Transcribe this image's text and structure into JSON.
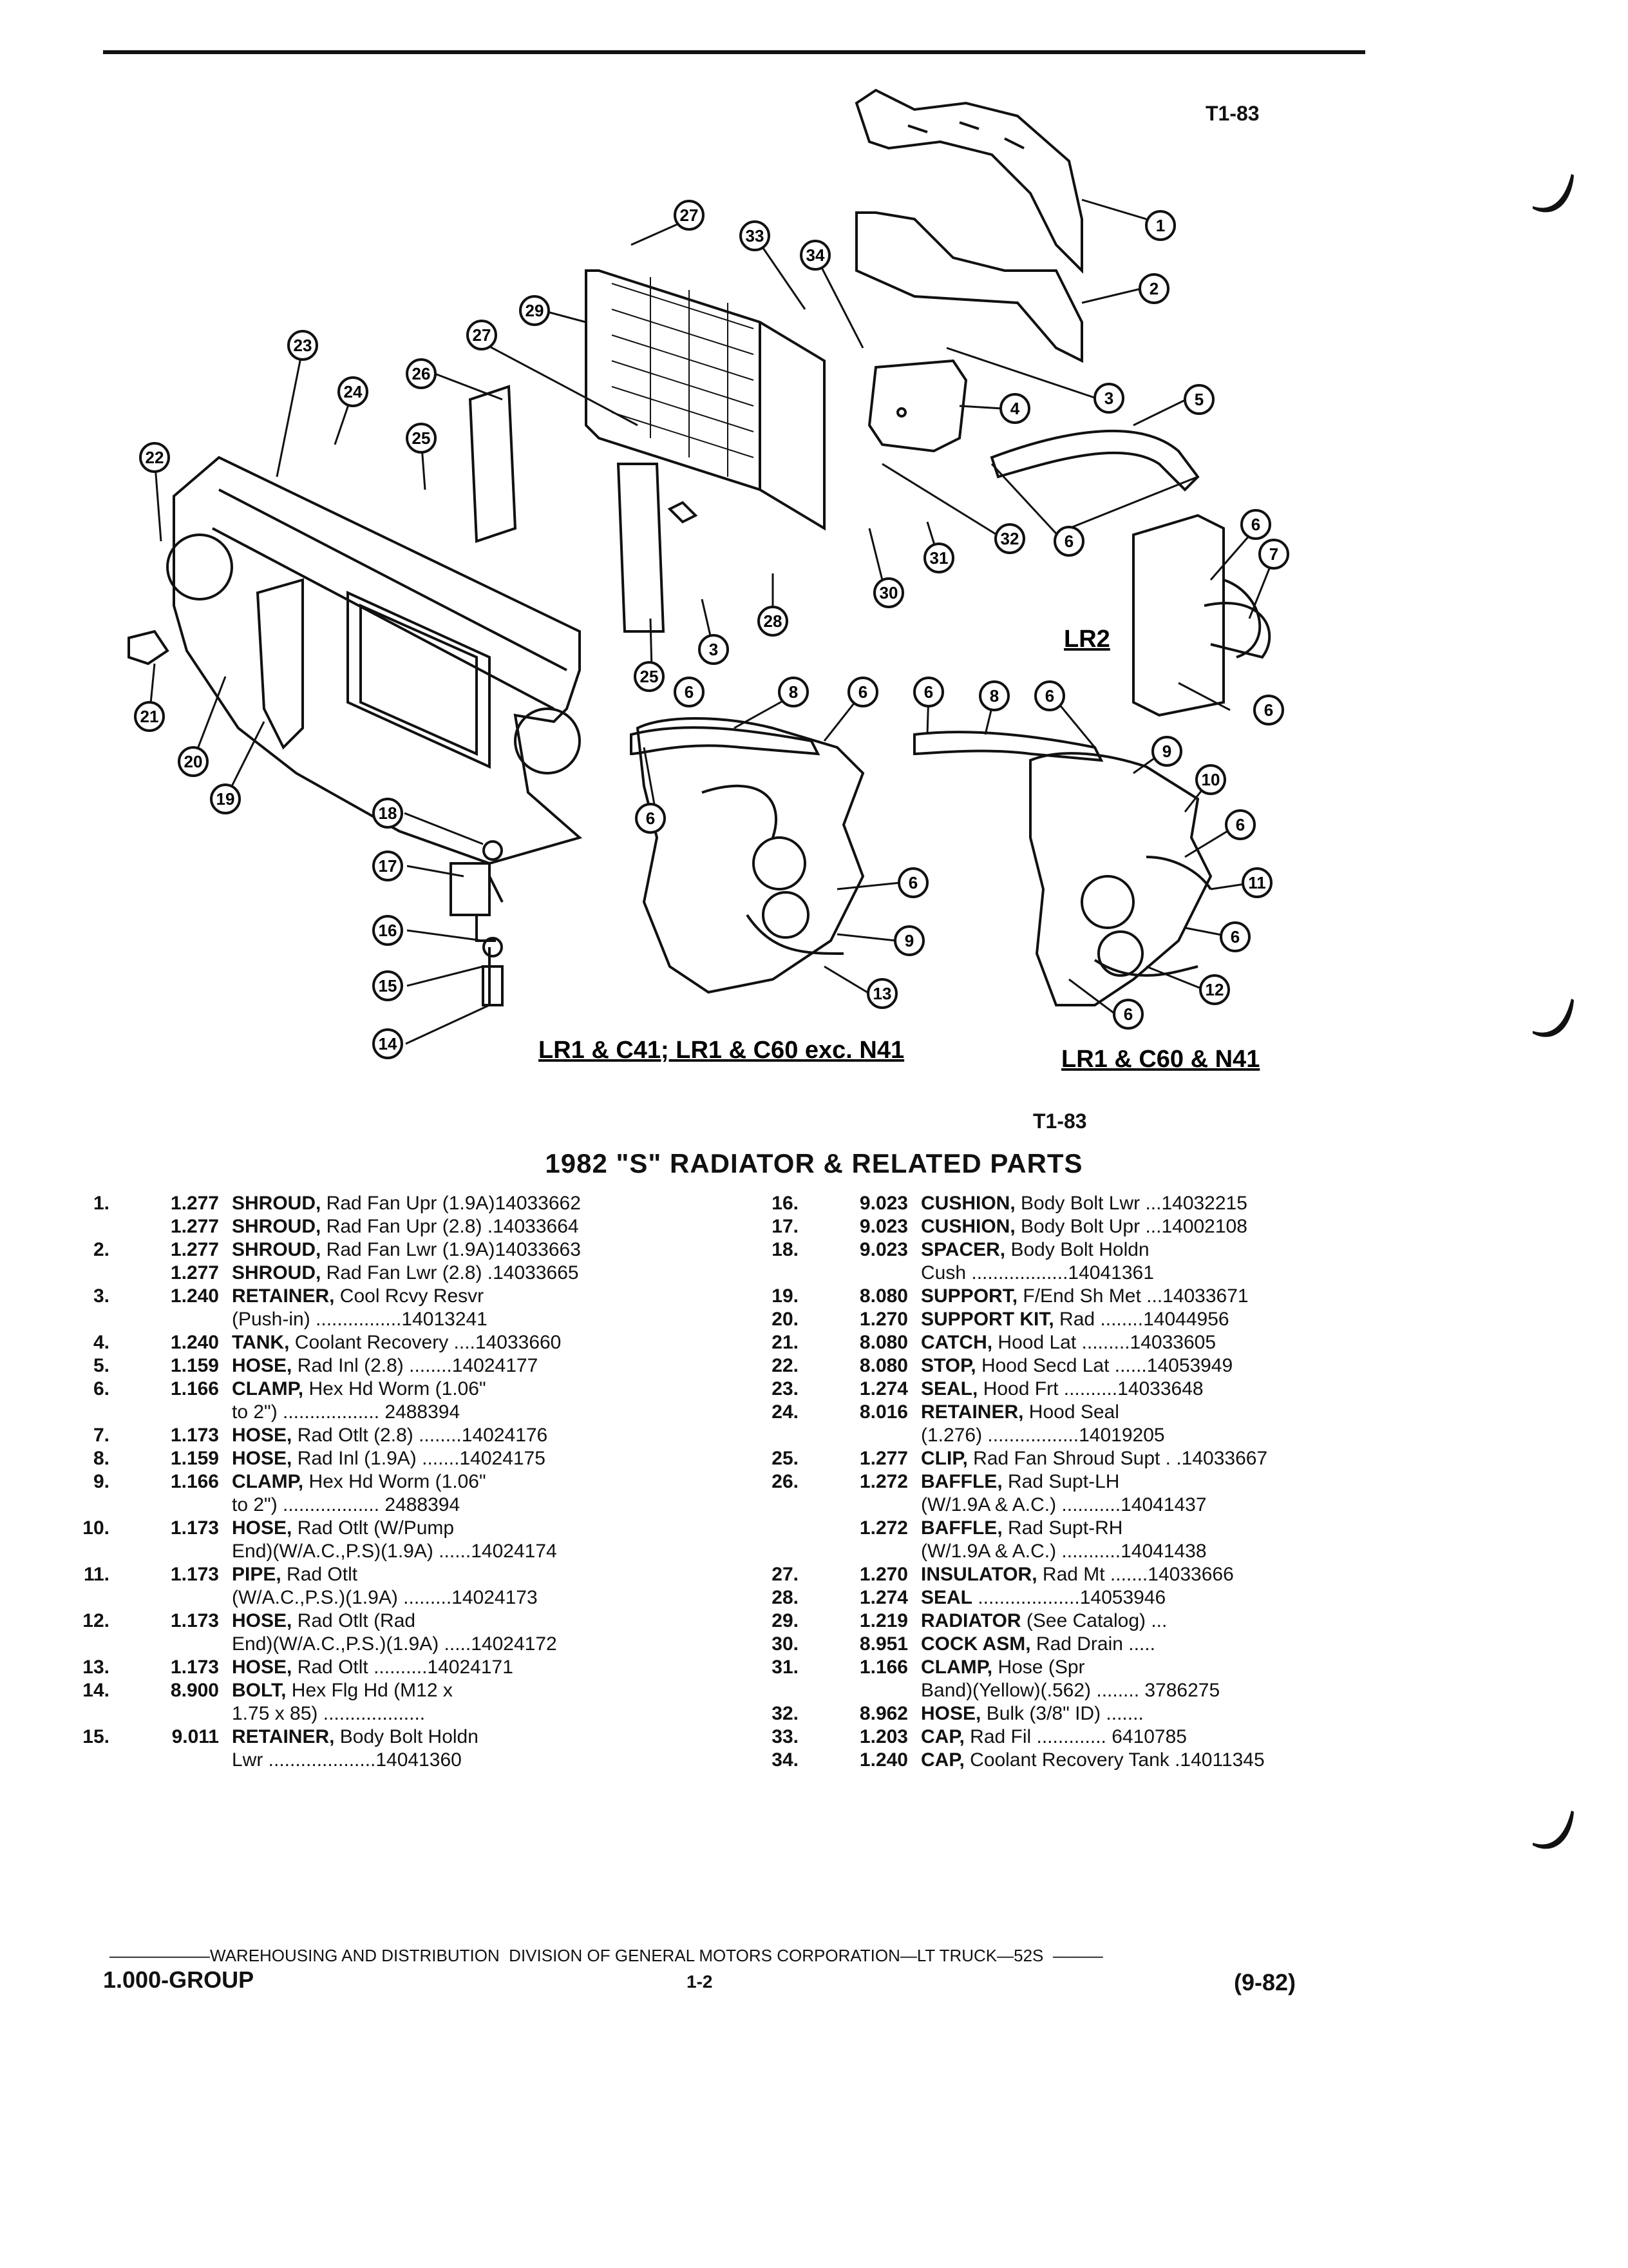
{
  "illustration_ids": [
    "T1-83",
    "T1-83"
  ],
  "diagram": {
    "callouts": [
      "1",
      "2",
      "3",
      "4",
      "5",
      "6",
      "7",
      "6",
      "29",
      "27",
      "33",
      "34",
      "27",
      "26",
      "25",
      "24",
      "23",
      "22",
      "21",
      "20",
      "19",
      "25",
      "3",
      "28",
      "30",
      "31",
      "32",
      "6",
      "8",
      "6",
      "6",
      "8",
      "6",
      "9",
      "10",
      "6",
      "11",
      "6",
      "12",
      "6",
      "9",
      "13",
      "6",
      "6",
      "18",
      "17",
      "16",
      "15",
      "14",
      "6"
    ],
    "variant_labels": {
      "lr2": "LR2",
      "left": "LR1 & C41; LR1 & C60 exc. N41",
      "right": "LR1 & C60 & N41"
    }
  },
  "title": "1982 \"S\" RADIATOR & RELATED PARTS",
  "parts_left": [
    {
      "num": "1.",
      "group": "1.277",
      "name": "SHROUD,",
      "rest": " Rad Fan Upr (1.9A)14033662"
    },
    {
      "num": "",
      "group": "1.277",
      "name": "SHROUD,",
      "rest": " Rad Fan Upr (2.8) .14033664"
    },
    {
      "num": "2.",
      "group": "1.277",
      "name": "SHROUD,",
      "rest": " Rad Fan Lwr (1.9A)14033663"
    },
    {
      "num": "",
      "group": "1.277",
      "name": "SHROUD,",
      "rest": " Rad Fan Lwr (2.8) .14033665"
    },
    {
      "num": "3.",
      "group": "1.240",
      "name": "RETAINER,",
      "rest": " Cool Rcvy Resvr"
    },
    {
      "num": "",
      "group": "",
      "name": "",
      "rest": "(Push-in) ................14013241"
    },
    {
      "num": "4.",
      "group": "1.240",
      "name": "TANK,",
      "rest": " Coolant Recovery ....14033660"
    },
    {
      "num": "5.",
      "group": "1.159",
      "name": "HOSE,",
      "rest": " Rad Inl (2.8) ........14024177"
    },
    {
      "num": "6.",
      "group": "1.166",
      "name": "CLAMP,",
      "rest": " Hex Hd Worm (1.06\""
    },
    {
      "num": "",
      "group": "",
      "name": "",
      "rest": "to 2\") .................. 2488394"
    },
    {
      "num": "7.",
      "group": "1.173",
      "name": "HOSE,",
      "rest": " Rad Otlt (2.8) ........14024176"
    },
    {
      "num": "8.",
      "group": "1.159",
      "name": "HOSE,",
      "rest": " Rad Inl (1.9A) .......14024175"
    },
    {
      "num": "9.",
      "group": "1.166",
      "name": "CLAMP,",
      "rest": " Hex Hd Worm (1.06\""
    },
    {
      "num": "",
      "group": "",
      "name": "",
      "rest": "to 2\") .................. 2488394"
    },
    {
      "num": "10.",
      "group": "1.173",
      "name": "HOSE,",
      "rest": " Rad Otlt (W/Pump"
    },
    {
      "num": "",
      "group": "",
      "name": "",
      "rest": "End)(W/A.C.,P.S)(1.9A) ......14024174"
    },
    {
      "num": "11.",
      "group": "1.173",
      "name": "PIPE,",
      "rest": " Rad Otlt"
    },
    {
      "num": "",
      "group": "",
      "name": "",
      "rest": "(W/A.C.,P.S.)(1.9A) .........14024173"
    },
    {
      "num": "12.",
      "group": "1.173",
      "name": "HOSE,",
      "rest": " Rad Otlt (Rad"
    },
    {
      "num": "",
      "group": "",
      "name": "",
      "rest": "End)(W/A.C.,P.S.)(1.9A) .....14024172"
    },
    {
      "num": "13.",
      "group": "1.173",
      "name": "HOSE,",
      "rest": " Rad Otlt ..........14024171"
    },
    {
      "num": "14.",
      "group": "8.900",
      "name": "BOLT,",
      "rest": " Hex Flg Hd (M12 x"
    },
    {
      "num": "",
      "group": "",
      "name": "",
      "rest": "1.75 x 85) ..................."
    },
    {
      "num": "15.",
      "group": "9.011",
      "name": "RETAINER,",
      "rest": " Body Bolt Holdn"
    },
    {
      "num": "",
      "group": "",
      "name": "",
      "rest": "Lwr ....................14041360"
    }
  ],
  "parts_right": [
    {
      "num": "16.",
      "group": "9.023",
      "name": "CUSHION,",
      "rest": " Body Bolt Lwr ...14032215"
    },
    {
      "num": "17.",
      "group": "9.023",
      "name": "CUSHION,",
      "rest": " Body Bolt Upr ...14002108"
    },
    {
      "num": "18.",
      "group": "9.023",
      "name": "SPACER,",
      "rest": " Body Bolt Holdn"
    },
    {
      "num": "",
      "group": "",
      "name": "",
      "rest": "Cush ..................14041361"
    },
    {
      "num": "19.",
      "group": "8.080",
      "name": "SUPPORT,",
      "rest": " F/End Sh Met ...14033671"
    },
    {
      "num": "20.",
      "group": "1.270",
      "name": "SUPPORT KIT,",
      "rest": " Rad ........14044956"
    },
    {
      "num": "21.",
      "group": "8.080",
      "name": "CATCH,",
      "rest": " Hood Lat .........14033605"
    },
    {
      "num": "22.",
      "group": "8.080",
      "name": "STOP,",
      "rest": " Hood Secd Lat ......14053949"
    },
    {
      "num": "23.",
      "group": "1.274",
      "name": "SEAL,",
      "rest": " Hood Frt ..........14033648"
    },
    {
      "num": "24.",
      "group": "8.016",
      "name": "RETAINER,",
      "rest": " Hood Seal"
    },
    {
      "num": "",
      "group": "",
      "name": "",
      "rest": "(1.276) .................14019205"
    },
    {
      "num": "25.",
      "group": "1.277",
      "name": "CLIP,",
      "rest": " Rad Fan Shroud Supt . .14033667"
    },
    {
      "num": "26.",
      "group": "1.272",
      "name": "BAFFLE,",
      "rest": " Rad Supt-LH"
    },
    {
      "num": "",
      "group": "",
      "name": "",
      "rest": "(W/1.9A & A.C.) ...........14041437"
    },
    {
      "num": "",
      "group": "1.272",
      "name": "BAFFLE,",
      "rest": " Rad Supt-RH"
    },
    {
      "num": "",
      "group": "",
      "name": "",
      "rest": "(W/1.9A & A.C.) ...........14041438"
    },
    {
      "num": "27.",
      "group": "1.270",
      "name": "INSULATOR,",
      "rest": " Rad Mt .......14033666"
    },
    {
      "num": "28.",
      "group": "1.274",
      "name": "SEAL",
      "rest": " ...................14053946"
    },
    {
      "num": "29.",
      "group": "1.219",
      "name": "RADIATOR",
      "rest": " (See Catalog) ..."
    },
    {
      "num": "30.",
      "group": "8.951",
      "name": "COCK ASM,",
      "rest": " Rad Drain ....."
    },
    {
      "num": "31.",
      "group": "1.166",
      "name": "CLAMP,",
      "rest": " Hose (Spr"
    },
    {
      "num": "",
      "group": "",
      "name": "",
      "rest": "Band)(Yellow)(.562) ........ 3786275"
    },
    {
      "num": "32.",
      "group": "8.962",
      "name": "HOSE,",
      "rest": " Bulk (3/8\" ID) ......."
    },
    {
      "num": "33.",
      "group": "1.203",
      "name": "CAP,",
      "rest": " Rad Fil ............. 6410785"
    },
    {
      "num": "34.",
      "group": "1.240",
      "name": "CAP,",
      "rest": " Coolant Recovery Tank .14011345"
    }
  ],
  "footer": {
    "line": "WAREHOUSING AND DISTRIBUTION  DIVISION OF GENERAL MOTORS CORPORATION—LT TRUCK—52S",
    "group": "1.000-GROUP",
    "page": "1-2",
    "date": "(9-82)"
  }
}
